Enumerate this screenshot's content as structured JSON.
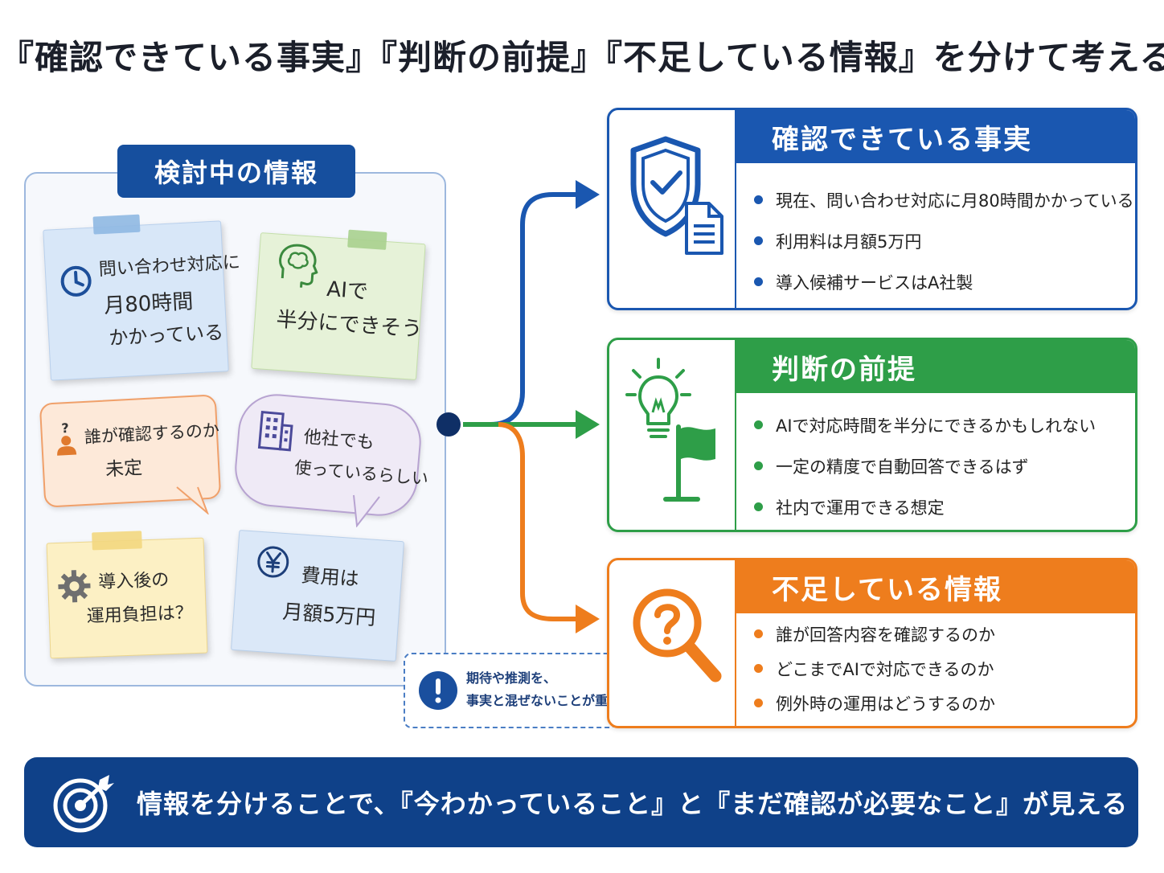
{
  "title": "『確認できている事実』『判断の前提』『不足している情報』を分けて考える",
  "left": {
    "title": "検討中の情報",
    "notes": {
      "time": {
        "line1": "問い合わせ対応に",
        "line2": "月80時間",
        "line3": "かかっている"
      },
      "ai": {
        "line1": "AIで",
        "line2": "半分にできそう"
      },
      "who": {
        "line1": "誰が確認するのか",
        "line2": "未定"
      },
      "others": {
        "line1": "他社でも",
        "line2": "使っているらしい"
      },
      "ops": {
        "line1": "導入後の",
        "line2": "運用負担は？"
      },
      "cost": {
        "line1": "費用は",
        "line2": "月額5万円"
      }
    }
  },
  "callout": {
    "line1": "期待や推測を、",
    "line2": "事実と混ぜないことが重要"
  },
  "cards": {
    "facts": {
      "title": "確認できている事実",
      "items": [
        "現在、問い合わせ対応に月80時間かかっている",
        "利用料は月額5万円",
        "導入候補サービスはA社製"
      ],
      "color": "#1a57b0"
    },
    "premises": {
      "title": "判断の前提",
      "items": [
        "AIで対応時間を半分にできるかもしれない",
        "一定の精度で自動回答できるはず",
        "社内で運用できる想定"
      ],
      "color": "#2e9e48"
    },
    "missing": {
      "title": "不足している情報",
      "items": [
        "誰が回答内容を確認するのか",
        "どこまでAIで対応できるのか",
        "例外時の運用はどうするのか"
      ],
      "color": "#ee7d1d"
    }
  },
  "bottom": {
    "text": "情報を分けることで、『今わかっていること』と『まだ確認が必要なこと』が見える"
  },
  "icons": [
    "clock-icon",
    "brain-head-icon",
    "person-question-icon",
    "building-icon",
    "gear-icon",
    "yen-icon",
    "shield-check-icon",
    "document-icon",
    "lightbulb-icon",
    "flag-icon",
    "magnifier-question-icon",
    "exclamation-icon",
    "target-icon"
  ]
}
